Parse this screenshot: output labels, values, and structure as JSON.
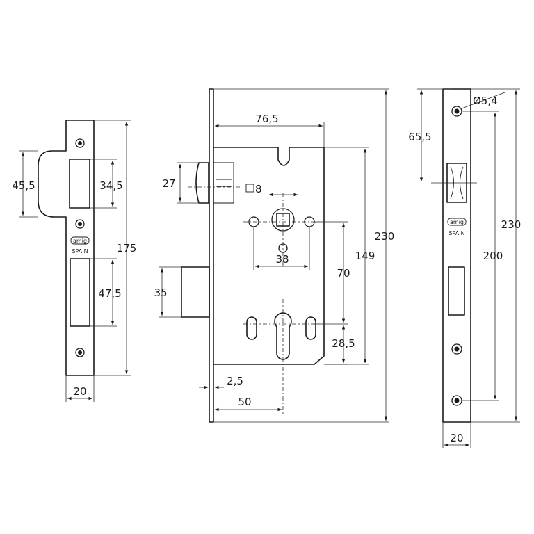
{
  "strike_plate": {
    "brand_text": "amig",
    "origin_text": "SPAIN",
    "dims": {
      "lip": "45,5",
      "latch_slot": "34,5",
      "bolt_slot": "47,5",
      "height": "175",
      "width": "20"
    }
  },
  "lock_body": {
    "dims": {
      "body_width": "76,5",
      "latch_height": "27",
      "spindle_square": "8",
      "holes_spacing": "38",
      "centre_distance": "70",
      "body_height": "149",
      "total_height": "230",
      "bolt_height": "35",
      "cylinder_offset": "28,5",
      "faceplate_thickness": "2,5",
      "backset": "50"
    }
  },
  "faceplate": {
    "brand_text": "amig",
    "origin_text": "SPAIN",
    "dims": {
      "hole_diameter": "Ø5,4",
      "top_offset": "65,5",
      "screw_spacing": "200",
      "height": "230",
      "width": "20"
    }
  }
}
